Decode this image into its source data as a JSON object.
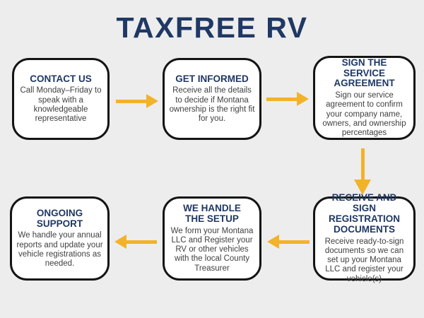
{
  "title": "TAXFREE RV",
  "colors": {
    "background": "#EDEDED",
    "navy": "#1F3864",
    "gold": "#F2B32A",
    "box_border": "#141414",
    "box_background": "#FFFFFF",
    "body_text": "#3F3F3F"
  },
  "steps": [
    {
      "heading": "CONTACT US",
      "body": "Call Monday–Friday to speak with a knowledgeable representative"
    },
    {
      "heading": "GET INFORMED",
      "body": "Receive all the details to decide if Montana ownership is the right fit for you."
    },
    {
      "heading": "SIGN THE SERVICE AGREEMENT",
      "body": "Sign our service agreement to confirm your company name, owners, and ownership percentages"
    },
    {
      "heading": "RECEIVE AND SIGN REGISTRATION DOCUMENTS",
      "body": "Receive ready-to-sign documents so we can set up your Montana LLC and register your vehicle(s)"
    },
    {
      "heading": "WE HANDLE THE SETUP",
      "body": "We form your Montana LLC and Register your RV or other vehicles with the local County Treasurer"
    },
    {
      "heading": "ONGOING SUPPORT",
      "body": "We handle your annual reports and update your vehicle registrations as needed."
    }
  ],
  "arrows": [
    {
      "from": "contact-us",
      "to": "get-informed",
      "direction": "right"
    },
    {
      "from": "get-informed",
      "to": "sign-the-service-agreement",
      "direction": "right"
    },
    {
      "from": "sign-the-service-agreement",
      "to": "receive-and-sign-registration-documents",
      "direction": "down"
    },
    {
      "from": "receive-and-sign-registration-documents",
      "to": "we-handle-the-setup",
      "direction": "left"
    },
    {
      "from": "we-handle-the-setup",
      "to": "ongoing-support",
      "direction": "left"
    }
  ]
}
